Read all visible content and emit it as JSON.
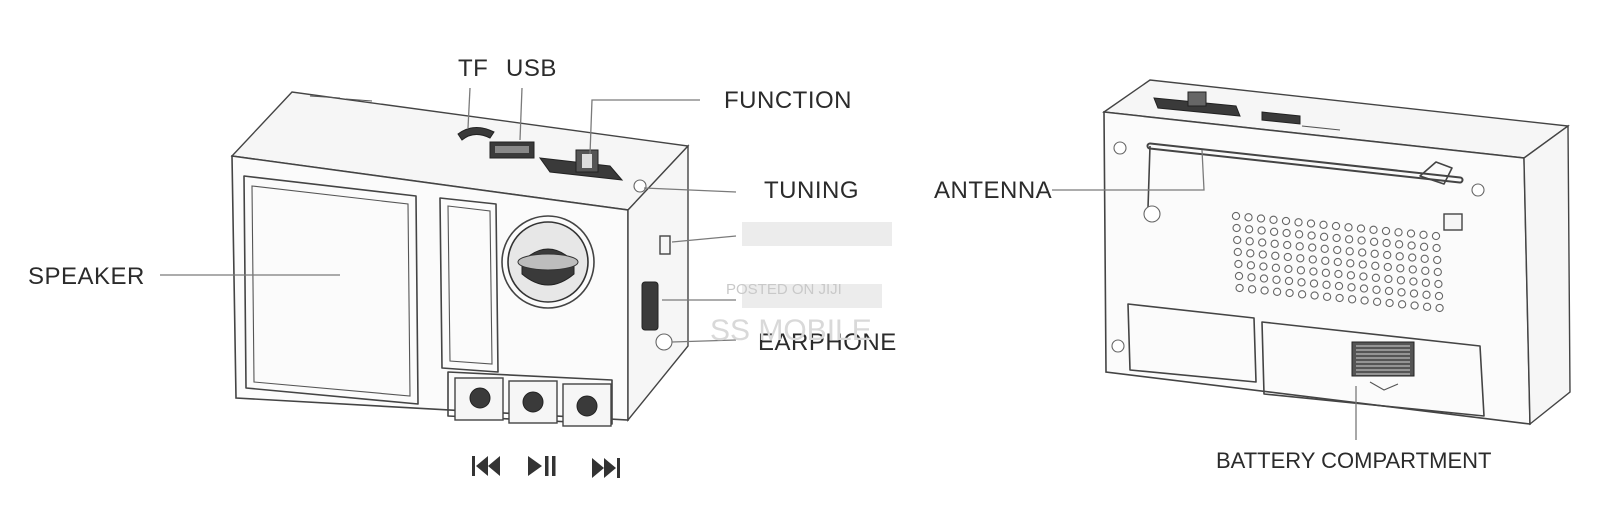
{
  "labels": {
    "tf": "TF",
    "usb": "USB",
    "function": "FUNCTION",
    "tuning": "TUNING",
    "speaker": "SPEAKER",
    "earphone": "EARPHONE",
    "antenna": "ANTENNA",
    "battery": "BATTERY COMPARTMENT"
  },
  "controls": {
    "prev": "prev-track-icon",
    "play_pause": "play-pause-icon",
    "next": "next-track-icon"
  },
  "watermark": {
    "posted_on": "POSTED ON JIJI",
    "brand": "SS MOBILE"
  }
}
